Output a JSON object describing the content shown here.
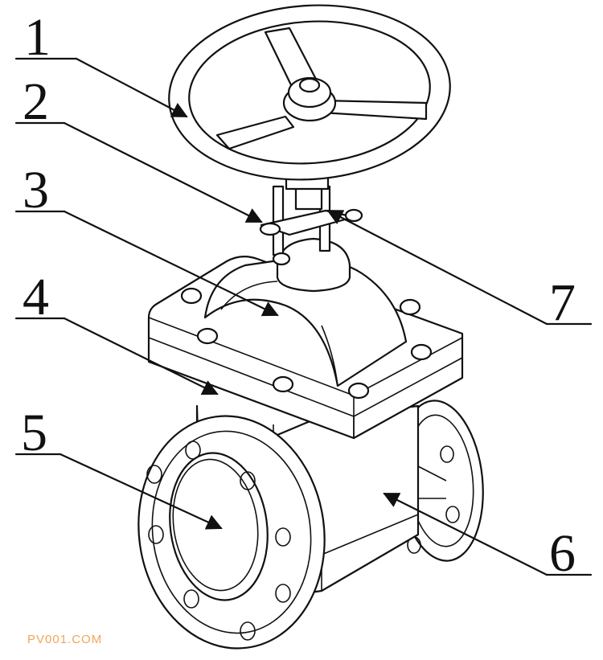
{
  "labels": [
    {
      "id": "1",
      "text": "1"
    },
    {
      "id": "2",
      "text": "2"
    },
    {
      "id": "3",
      "text": "3"
    },
    {
      "id": "4",
      "text": "4"
    },
    {
      "id": "5",
      "text": "5"
    },
    {
      "id": "6",
      "text": "6"
    },
    {
      "id": "7",
      "text": "7"
    }
  ],
  "watermark": "PV001.COM",
  "colors": {
    "line": "#111111",
    "background": "#ffffff",
    "watermark": "#f0a55a"
  }
}
